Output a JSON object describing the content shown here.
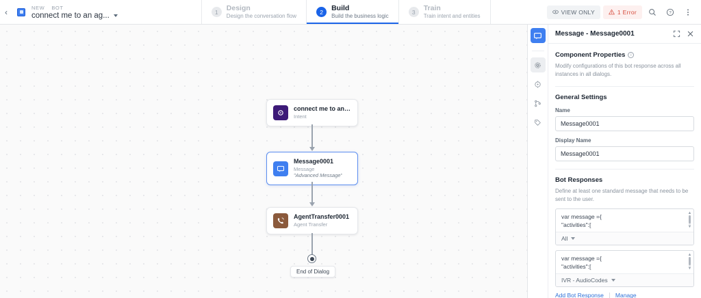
{
  "topbar": {
    "back_icon": "chevron-left-icon",
    "logo_icon": "app-logo-icon",
    "crumb_new": "NEW",
    "crumb_bot": "BOT",
    "bot_name": "connect me to an ag...",
    "steps": [
      {
        "num": "1",
        "title": "Design",
        "sub": "Design the conversation flow",
        "active": false
      },
      {
        "num": "2",
        "title": "Build",
        "sub": "Build the business logic",
        "active": true
      },
      {
        "num": "3",
        "title": "Train",
        "sub": "Train intent and entities",
        "active": false
      }
    ],
    "view_only_label": "VIEW ONLY",
    "error_label": "1 Error",
    "search_icon": "search-icon",
    "help_icon": "help-circle-icon",
    "more_icon": "more-vertical-icon"
  },
  "canvas": {
    "nodes": [
      {
        "name": "connect me to an a...",
        "type": "Intent",
        "note": "",
        "icon": "intent-icon",
        "color": "#3d1a78",
        "selected": false
      },
      {
        "name": "Message0001",
        "type": "Message",
        "note": "\"Advanced Message\"",
        "icon": "message-icon",
        "color": "#3f7ff0",
        "selected": true
      },
      {
        "name": "AgentTransfer0001",
        "type": "Agent Transfer",
        "note": "",
        "icon": "agent-transfer-icon",
        "color": "#8b5a3c",
        "selected": false
      }
    ],
    "end_label": "End of Dialog"
  },
  "panel": {
    "rail": [
      {
        "icon": "message-panel-icon",
        "state": "primary"
      },
      {
        "icon": "gear-icon",
        "state": "selected"
      },
      {
        "icon": "target-icon",
        "state": "normal"
      },
      {
        "icon": "branch-icon",
        "state": "normal"
      },
      {
        "icon": "tag-icon",
        "state": "normal"
      }
    ],
    "title": "Message - Message0001",
    "expand_icon": "expand-icon",
    "close_icon": "close-icon",
    "component_properties": {
      "heading": "Component Properties",
      "info_icon": "info-icon",
      "description": "Modify configurations of this bot response across all instances in all dialogs."
    },
    "general_settings": {
      "heading": "General Settings",
      "name_label": "Name",
      "name_value": "Message0001",
      "display_name_label": "Display Name",
      "display_name_value": "Message0001"
    },
    "bot_responses": {
      "heading": "Bot Responses",
      "description": "Define at least one standard message that needs to be sent to the user.",
      "items": [
        {
          "code_line1": "var message ={",
          "code_line2": "\"activities\":[",
          "channel": "All"
        },
        {
          "code_line1": "var message ={",
          "code_line2": "\"activities\":[",
          "channel": "IVR - AudioCodes"
        }
      ],
      "add_label": "Add Bot Response",
      "manage_label": "Manage"
    }
  }
}
